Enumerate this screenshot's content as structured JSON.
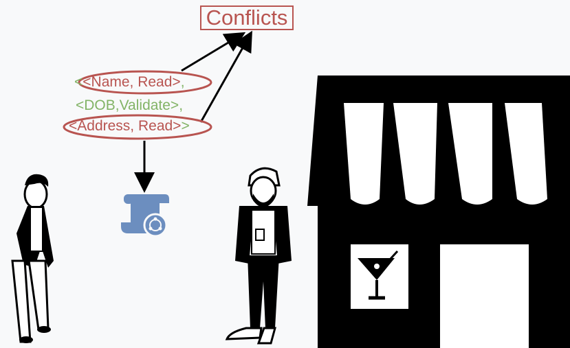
{
  "title": "Conflicts",
  "tuples": {
    "line1": {
      "open": "<",
      "text": "<Name, Read>",
      "close": ","
    },
    "line2": {
      "text": "<DOB,Validate>,",
      "close": ""
    },
    "line3": {
      "text": "<Address, Read>",
      "close": ">"
    }
  },
  "colors": {
    "conflict": "#b85450",
    "ok": "#82b366",
    "doc_icon": "#6c8ebf",
    "ink": "#000000"
  },
  "icons": [
    "person-icon",
    "person-bearded-icon",
    "document-share-icon",
    "storefront-icon",
    "cocktail-glass-icon"
  ]
}
